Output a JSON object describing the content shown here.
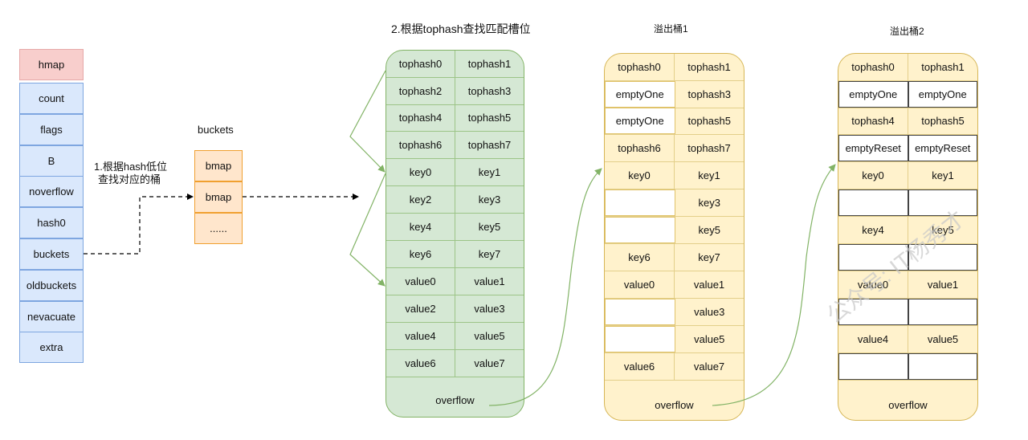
{
  "hmap": {
    "cells": [
      "hmap",
      "count",
      "flags",
      "B",
      "noverflow",
      "hash0",
      "buckets",
      "oldbuckets",
      "nevacuate",
      "extra"
    ]
  },
  "buckets_array": {
    "title": "buckets",
    "cells": [
      "bmap",
      "bmap",
      "......"
    ]
  },
  "step1": {
    "line1": "1.根据hash低位",
    "line2": "查找对应的桶"
  },
  "step2": {
    "text": "2.根据tophash查找匹配槽位"
  },
  "main_bucket": {
    "rows": [
      [
        "tophash0",
        "tophash1"
      ],
      [
        "tophash2",
        "tophash3"
      ],
      [
        "tophash4",
        "tophash5"
      ],
      [
        "tophash6",
        "tophash7"
      ],
      [
        "key0",
        "key1"
      ],
      [
        "key2",
        "key3"
      ],
      [
        "key4",
        "key5"
      ],
      [
        "key6",
        "key7"
      ],
      [
        "value0",
        "value1"
      ],
      [
        "value2",
        "value3"
      ],
      [
        "value4",
        "value5"
      ],
      [
        "value6",
        "value7"
      ]
    ],
    "overflow": "overflow"
  },
  "overflow1": {
    "title": "溢出桶1",
    "rows": [
      [
        "tophash0",
        "tophash1"
      ],
      [
        "emptyOne",
        "tophash3"
      ],
      [
        "emptyOne",
        "tophash5"
      ],
      [
        "tophash6",
        "tophash7"
      ],
      [
        "key0",
        "key1"
      ],
      [
        "",
        "key3"
      ],
      [
        "",
        "key5"
      ],
      [
        "key6",
        "key7"
      ],
      [
        "value0",
        "value1"
      ],
      [
        "",
        "value3"
      ],
      [
        "",
        "value5"
      ],
      [
        "value6",
        "value7"
      ]
    ],
    "overflow": "overflow"
  },
  "overflow2": {
    "title": "溢出桶2",
    "rows": [
      [
        "tophash0",
        "tophash1"
      ],
      [
        "emptyOne",
        "emptyOne"
      ],
      [
        "tophash4",
        "tophash5"
      ],
      [
        "emptyReset",
        "emptyReset"
      ],
      [
        "key0",
        "key1"
      ],
      [
        "",
        ""
      ],
      [
        "key4",
        "key5"
      ],
      [
        "",
        ""
      ],
      [
        "value0",
        "value1"
      ],
      [
        "",
        ""
      ],
      [
        "value4",
        "value5"
      ],
      [
        "",
        ""
      ]
    ],
    "overflow": "overflow"
  },
  "watermark": "公众号: IT杨秀才",
  "colors": {
    "hmap_header": "#f8cecc",
    "hmap_field": "#dae8fc",
    "bmap": "#ffe6cc",
    "main_bucket": "#d5e8d4",
    "overflow_bucket": "#fff2cc",
    "arrow_green": "#82b366"
  }
}
